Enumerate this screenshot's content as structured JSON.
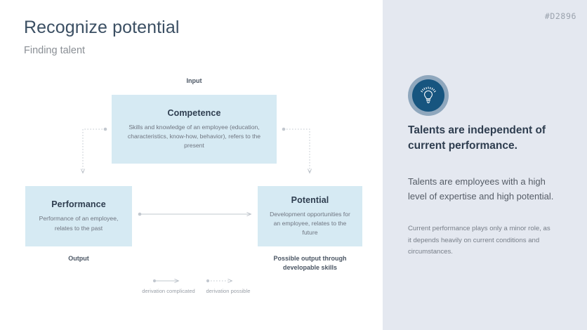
{
  "header": {
    "title": "Recognize potential",
    "subtitle": "Finding talent"
  },
  "sidebar": {
    "code": "#D2896",
    "icon": "lightbulb-icon",
    "heading": "Talents are independent of current performance.",
    "body": "Talents are employees with a high level of expertise and high potential.",
    "note": "Current performance plays only a minor role, as it depends heavily on current conditions and circumstances.",
    "colors": {
      "background": "#e4e8f0",
      "icon_ring": "#8fa7bd",
      "icon_fill": "#17557f"
    }
  },
  "diagram": {
    "captions": {
      "input": "Input",
      "output": "Output",
      "possible_output": "Possible output through developable skills"
    },
    "boxes": [
      {
        "id": "competence",
        "title": "Competence",
        "description": "Skills and knowledge of an employee (education, characteristics, know-how, behavior), refers to the present"
      },
      {
        "id": "performance",
        "title": "Performance",
        "description": "Performance of an employee, relates to the past"
      },
      {
        "id": "potential",
        "title": "Potential",
        "description": "Development opportunities for an employee, relates to the future"
      }
    ],
    "legend": [
      {
        "id": "solid",
        "style": "solid-arrow",
        "label": "derivation complicated"
      },
      {
        "id": "dotted",
        "style": "dotted-arrow",
        "label": "derivation possible"
      }
    ],
    "colors": {
      "box_fill": "#d6eaf3",
      "box_title": "#2e3d4f",
      "box_text": "#6f7580",
      "connector": "#b9bfc7"
    }
  }
}
